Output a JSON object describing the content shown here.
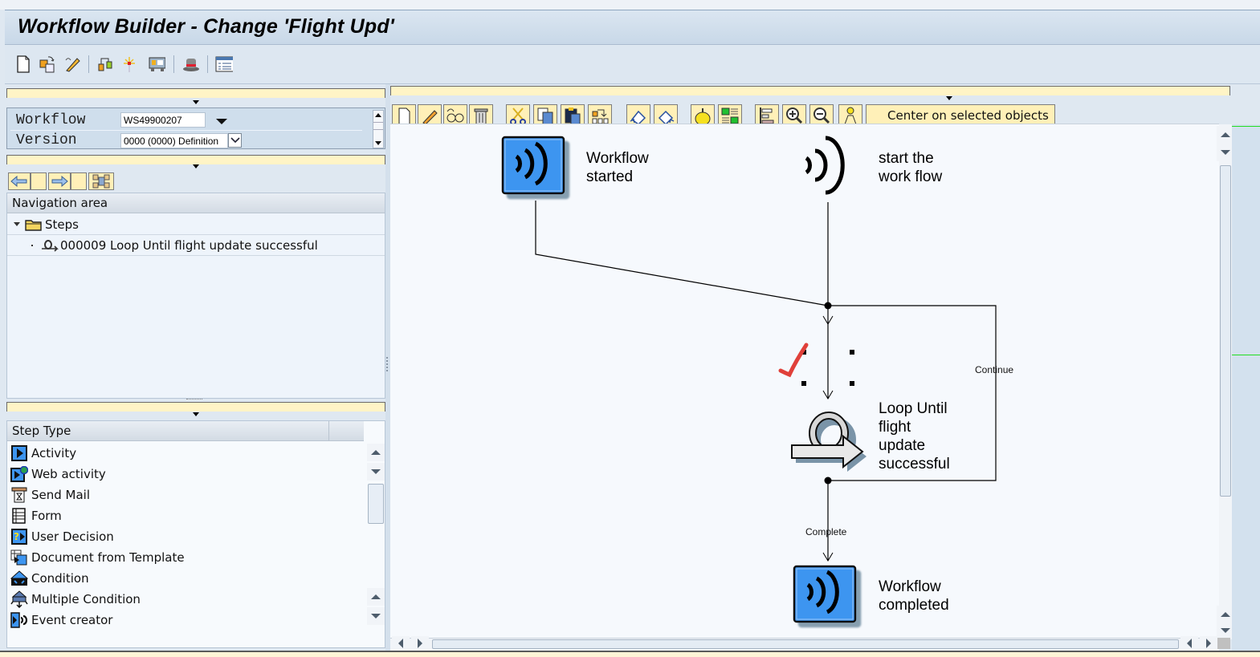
{
  "window": {
    "title": "Workflow Builder - Change 'Flight Upd'"
  },
  "app_toolbar": {
    "icons": [
      "new-document-icon",
      "copy-workflow-icon",
      "edit-pencil-icon",
      "bind-container-icon",
      "generate-icon",
      "workflow-container-icon",
      "basic-data-hat-icon",
      "layout-list-icon"
    ]
  },
  "header_pane": {
    "workflow_label": "Workflow",
    "workflow_value": "WS49900207",
    "version_label": "Version",
    "version_value": "0000 (0000) Definition"
  },
  "navigation": {
    "header": "Navigation area",
    "folder_label": "Steps",
    "steps": [
      {
        "label": "000009 Loop Until flight update successful"
      }
    ]
  },
  "step_types": {
    "header": "Step Type",
    "items": [
      {
        "label": "Activity",
        "icon": "activity-icon"
      },
      {
        "label": "Web activity",
        "icon": "web-activity-icon"
      },
      {
        "label": "Send Mail",
        "icon": "send-mail-icon"
      },
      {
        "label": "Form",
        "icon": "form-icon"
      },
      {
        "label": "User Decision",
        "icon": "user-decision-icon"
      },
      {
        "label": "Document from Template",
        "icon": "document-template-icon"
      },
      {
        "label": "Condition",
        "icon": "condition-icon"
      },
      {
        "label": "Multiple Condition",
        "icon": "multiple-condition-icon"
      },
      {
        "label": "Event creator",
        "icon": "event-creator-icon"
      }
    ]
  },
  "graphic_toolbar": {
    "buttons": [
      "new-icon",
      "pencil-icon",
      "glasses-icon",
      "trash-icon",
      "scissors-icon",
      "copy-icon",
      "paste-icon",
      "insert-block-icon",
      "undo-icon",
      "redo-icon",
      "bell-icon",
      "overview-icon",
      "align-icon",
      "zoom-in-icon",
      "zoom-out-icon",
      "user-icon"
    ],
    "center_label": "Center on selected objects"
  },
  "diagram": {
    "nodes": {
      "workflow_started": {
        "line1": "Workflow",
        "line2": "started"
      },
      "start_event": {
        "line1": "start the",
        "line2": "work flow"
      },
      "loop": {
        "line1": "Loop Until",
        "line2": "flight",
        "line3": "update",
        "line4": "successful"
      },
      "workflow_completed": {
        "line1": "Workflow",
        "line2": "completed"
      }
    },
    "edges": {
      "continue_label": "Continue",
      "complete_label": "Complete"
    },
    "colors": {
      "event_blue": "#3d95f0",
      "annotation_red": "#e0403a",
      "sidebar_green": "#22dd22"
    }
  }
}
